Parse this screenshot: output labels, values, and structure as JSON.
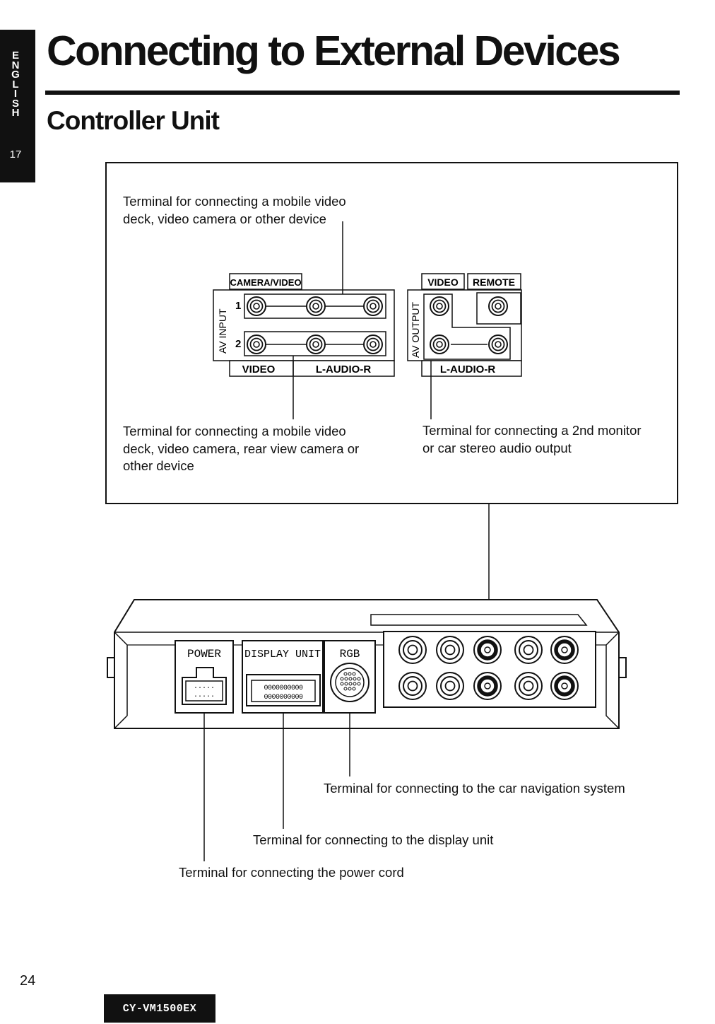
{
  "sidebar": {
    "language_letters": [
      "E",
      "N",
      "G",
      "L",
      "I",
      "S",
      "H"
    ],
    "section_number": "17"
  },
  "header": {
    "title": "Connecting to External Devices",
    "subtitle": "Controller Unit"
  },
  "panel": {
    "desc_top": "Terminal for connecting a mobile video\ndeck, video camera or other device",
    "desc_input": "Terminal for connecting a mobile video\ndeck, video camera, rear view camera or\nother device",
    "desc_output": "Terminal for connecting a 2nd monitor\nor car stereo audio output",
    "av_input": {
      "side_label": "AV INPUT",
      "top_label": "CAMERA/VIDEO",
      "row1": "1",
      "row2": "2",
      "video_label": "VIDEO",
      "audio_label": "L-AUDIO-R"
    },
    "av_output": {
      "side_label": "AV OUTPUT",
      "video_label": "VIDEO",
      "remote_label": "REMOTE",
      "audio_label": "L-AUDIO-R"
    }
  },
  "device": {
    "power_label": "POWER",
    "display_label": "DISPLAY UNIT",
    "rgb_label": "RGB",
    "display_pins_top": "0000000000",
    "display_pins_bottom": "0000000000"
  },
  "callouts": {
    "rgb": "Terminal for connecting to the car navigation system",
    "display": "Terminal for connecting to the display unit",
    "power": "Terminal for connecting the power cord"
  },
  "footer": {
    "page_number": "24",
    "model": "CY-VM1500EX"
  }
}
